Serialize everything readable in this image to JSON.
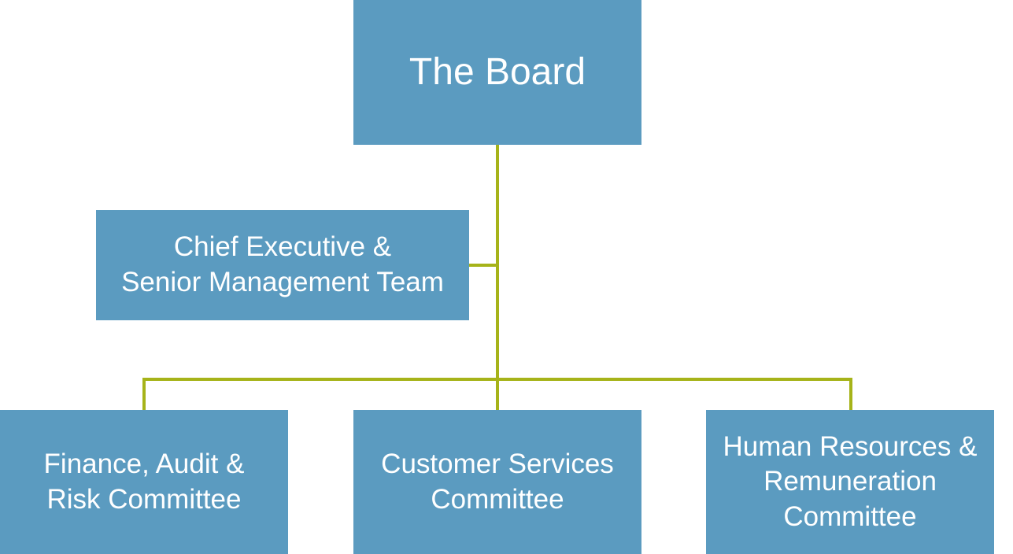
{
  "colors": {
    "node_fill": "#5b9bc0",
    "connector": "#a6b319",
    "text": "#ffffff",
    "background": "#ffffff"
  },
  "nodes": {
    "board": "The Board",
    "ceo": "Chief Executive &\nSenior Management Team",
    "finance": "Finance, Audit &\nRisk Committee",
    "customer": "Customer Services\nCommittee",
    "hr": "Human Resources &\nRemuneration\nCommittee"
  },
  "edges": [
    {
      "from": "board",
      "to": "ceo"
    },
    {
      "from": "board",
      "to": "finance"
    },
    {
      "from": "board",
      "to": "customer"
    },
    {
      "from": "board",
      "to": "hr"
    }
  ]
}
